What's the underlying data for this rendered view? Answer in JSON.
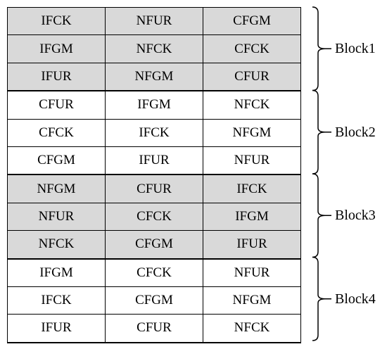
{
  "blocks": [
    {
      "label": "Block1",
      "shaded": true,
      "rows": [
        [
          "IFCK",
          "NFUR",
          "CFGM"
        ],
        [
          "IFGM",
          "NFCK",
          "CFCK"
        ],
        [
          "IFUR",
          "NFGM",
          "CFUR"
        ]
      ]
    },
    {
      "label": "Block2",
      "shaded": false,
      "rows": [
        [
          "CFUR",
          "IFGM",
          "NFCK"
        ],
        [
          "CFCK",
          "IFCK",
          "NFGM"
        ],
        [
          "CFGM",
          "IFUR",
          "NFUR"
        ]
      ]
    },
    {
      "label": "Block3",
      "shaded": true,
      "rows": [
        [
          "NFGM",
          "CFUR",
          "IFCK"
        ],
        [
          "NFUR",
          "CFCK",
          "IFGM"
        ],
        [
          "NFCK",
          "CFGM",
          "IFUR"
        ]
      ]
    },
    {
      "label": "Block4",
      "shaded": false,
      "rows": [
        [
          "IFGM",
          "CFCK",
          "NFUR"
        ],
        [
          "IFCK",
          "CFGM",
          "NFGM"
        ],
        [
          "IFUR",
          "CFUR",
          "NFCK"
        ]
      ]
    }
  ]
}
